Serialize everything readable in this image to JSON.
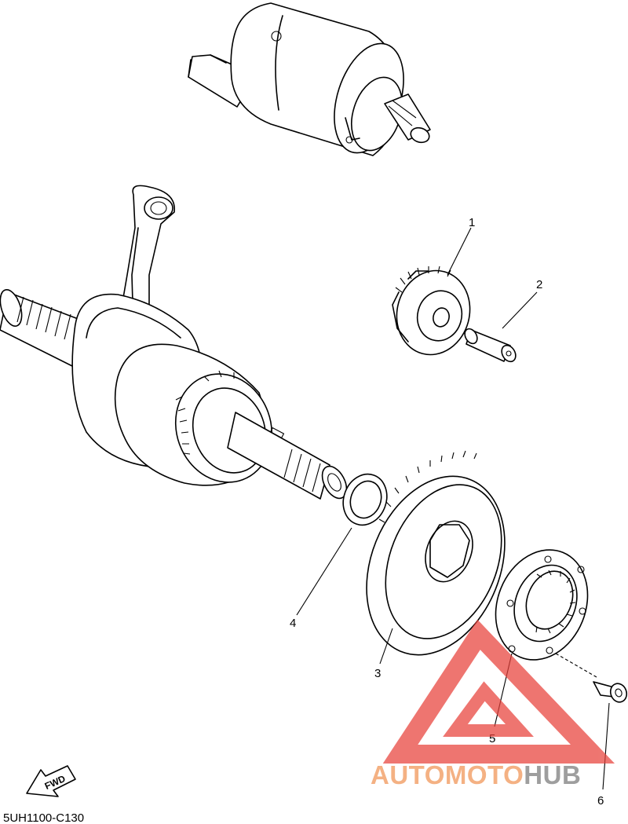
{
  "callouts": [
    "1",
    "2",
    "3",
    "4",
    "5",
    "6"
  ],
  "diagram_code": "5UH1100-C130",
  "fwd_label": "FWD",
  "watermark": {
    "part1": "AUTOMOTO",
    "part2": "HUB",
    "color1": "#f4b183",
    "color2": "#9e9e9e",
    "triangle_color": "#e8413a"
  }
}
